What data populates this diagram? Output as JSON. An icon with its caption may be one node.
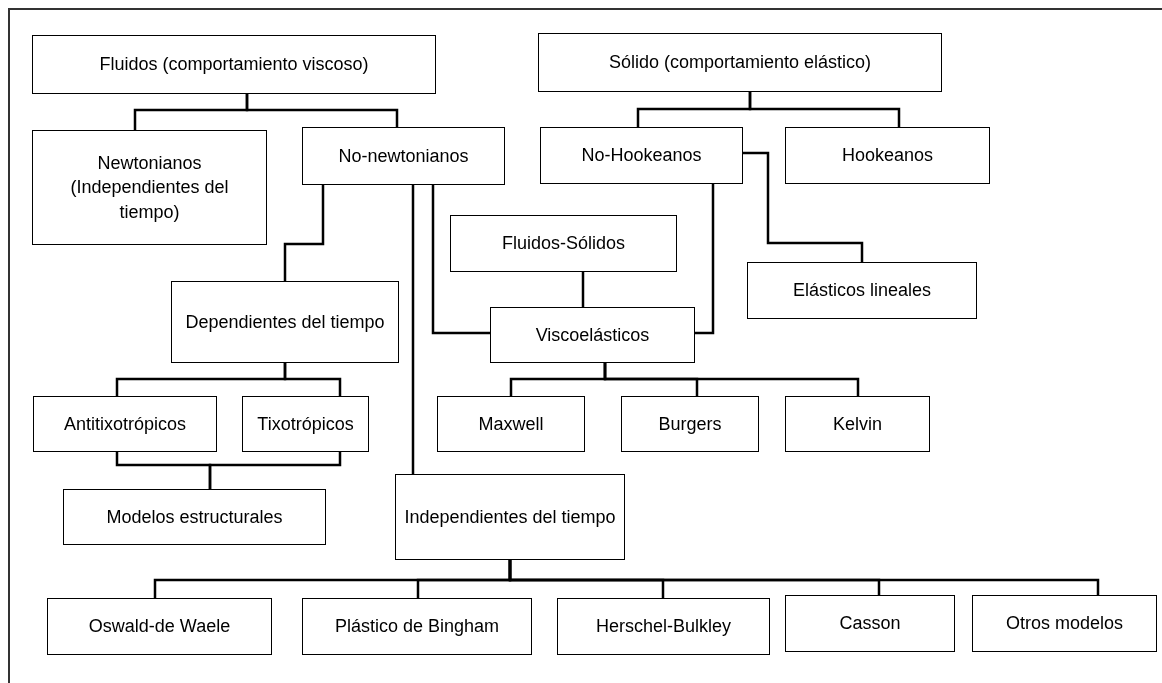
{
  "diagram": {
    "nodes": [
      {
        "text": [
          "Fluidos (comportamiento viscoso)"
        ]
      },
      {
        "text": [
          "Sólido (comportamiento elástico)"
        ]
      },
      {
        "text": [
          "Newtonianos (Independientes del tiempo)"
        ]
      },
      {
        "text": [
          "No-newtonianos"
        ]
      },
      {
        "text": [
          "No-Hookeanos"
        ]
      },
      {
        "text": [
          "Hookeanos"
        ]
      },
      {
        "text": [
          "Fluidos-Sólidos"
        ]
      },
      {
        "text": [
          "Elásticos lineales"
        ]
      },
      {
        "text": [
          "Dependientes del tiempo"
        ]
      },
      {
        "text": [
          "Viscoelásticos"
        ]
      },
      {
        "text": [
          "Antitixotrópicos"
        ]
      },
      {
        "text": [
          "Tixotrópicos"
        ]
      },
      {
        "text": [
          "Maxwell"
        ]
      },
      {
        "text": [
          "Burgers"
        ]
      },
      {
        "text": [
          "Kelvin"
        ]
      },
      {
        "text": [
          "Modelos estructurales"
        ]
      },
      {
        "text": [
          "Independientes del tiempo"
        ]
      },
      {
        "text": [
          "Oswald-de Waele"
        ]
      },
      {
        "text": [
          "Plástico de Bingham"
        ]
      },
      {
        "text": [
          "Herschel-Bulkley"
        ]
      },
      {
        "text": [
          "Casson"
        ]
      },
      {
        "text": [
          "Otros modelos"
        ]
      }
    ],
    "edges": [
      {
        "from": 0,
        "to": 2,
        "arrow": "none"
      },
      {
        "from": 0,
        "to": 3,
        "arrow": "none"
      },
      {
        "from": 1,
        "to": 4,
        "arrow": "none"
      },
      {
        "from": 1,
        "to": 5,
        "arrow": "none"
      },
      {
        "from": 3,
        "to": 8,
        "arrow": "none"
      },
      {
        "from": 3,
        "to": 16,
        "arrow": "none"
      },
      {
        "from": 3,
        "to": 9,
        "arrow": "none"
      },
      {
        "from": 4,
        "to": 9,
        "arrow": "none"
      },
      {
        "from": 4,
        "to": 7,
        "arrow": "none"
      },
      {
        "from": 6,
        "to": 9,
        "arrow": "none"
      },
      {
        "from": 8,
        "to": 10,
        "arrow": "none"
      },
      {
        "from": 8,
        "to": 11,
        "arrow": "none"
      },
      {
        "from": 9,
        "to": 12,
        "arrow": "none"
      },
      {
        "from": 9,
        "to": 13,
        "arrow": "none"
      },
      {
        "from": 9,
        "to": 14,
        "arrow": "none"
      },
      {
        "from": 10,
        "to": 15,
        "arrow": "none"
      },
      {
        "from": 11,
        "to": 15,
        "arrow": "none"
      },
      {
        "from": 16,
        "to": 17,
        "arrow": "none"
      },
      {
        "from": 16,
        "to": 18,
        "arrow": "none"
      },
      {
        "from": 16,
        "to": 19,
        "arrow": "none"
      },
      {
        "from": 16,
        "to": 20,
        "arrow": "none"
      },
      {
        "from": 16,
        "to": 21,
        "arrow": "none"
      }
    ]
  }
}
